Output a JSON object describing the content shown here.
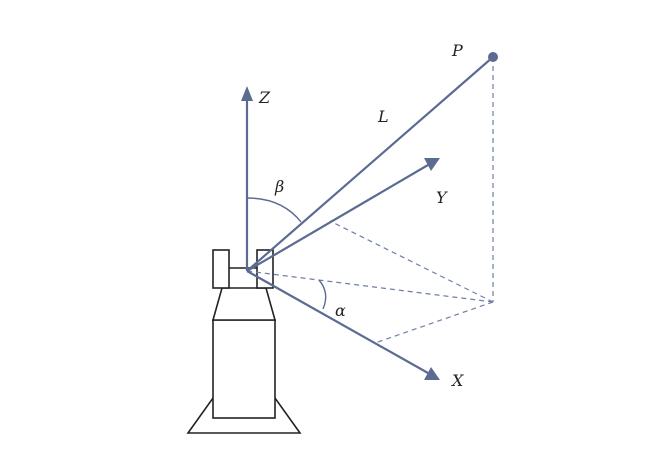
{
  "labels": {
    "p": "P",
    "z": "Z",
    "l": "L",
    "y": "Y",
    "beta": "β",
    "alpha": "α",
    "x": "X"
  },
  "colors": {
    "line": "#5b6b92",
    "dashed": "#6f7fa6",
    "device": "#222222"
  }
}
